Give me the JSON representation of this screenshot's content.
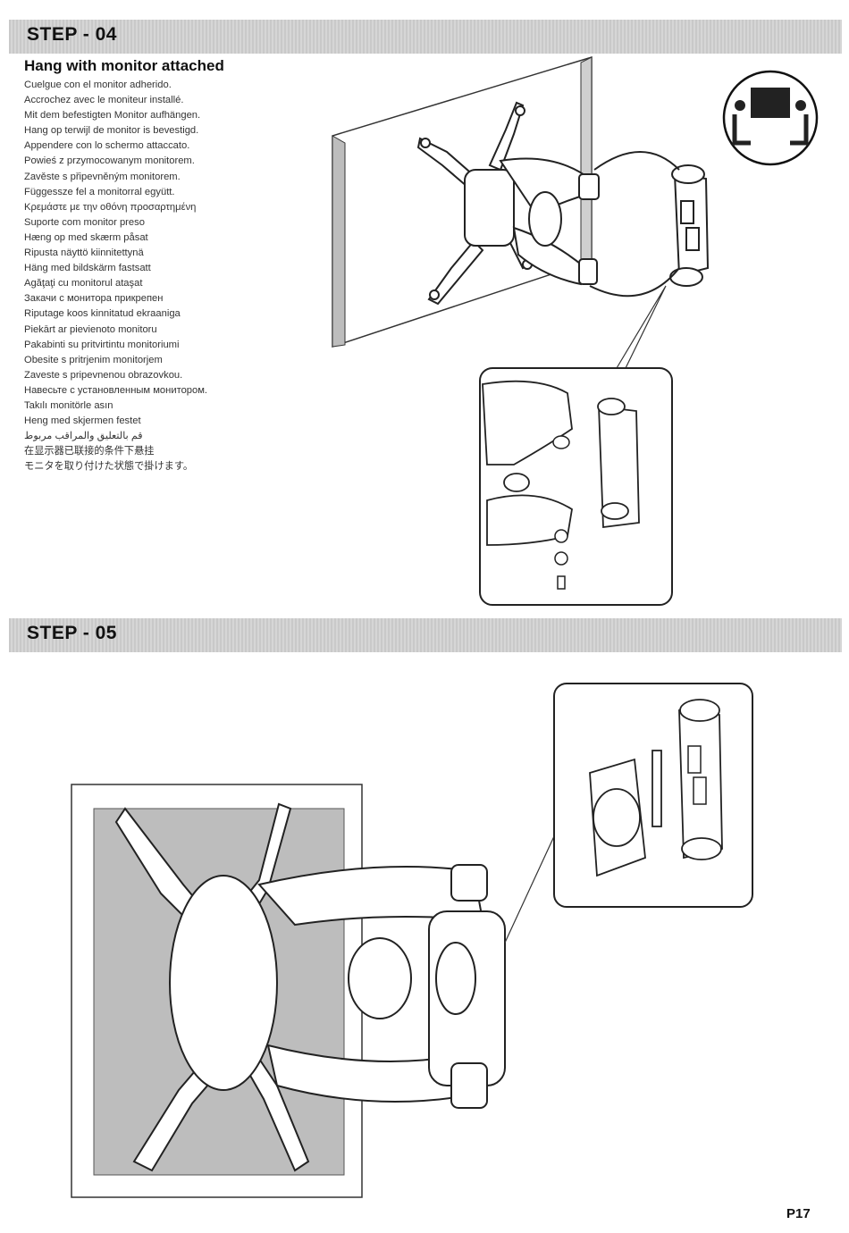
{
  "step4": {
    "label": "STEP - 04",
    "title": "Hang with monitor attached",
    "translations": [
      "Cuelgue con el monitor adherido.",
      "Accrochez avec le moniteur installé.",
      "Mit dem befestigten Monitor aufhängen.",
      "Hang op terwijl de monitor is bevestigd.",
      "Appendere con lo schermo attaccato.",
      "Powieś z przymocowanym monitorem.",
      "Zavěste s připevněným monitorem.",
      "Függessze fel a monitorral együtt.",
      "Κρεμάστε με την οθόνη προσαρτημένη",
      "Suporte com monitor preso",
      "Hæng op med skærm påsat",
      "Ripusta näyttö kiinnitettynä",
      "Häng med bildskärm fastsatt",
      "Agăţaţi cu monitorul ataşat",
      "Закачи с монитора прикрепен",
      "Riputage koos kinnitatud ekraaniga",
      "Piekārt ar pievienoto monitoru",
      "Pakabinti su pritvirtintu monitoriumi",
      "Obesite s pritrjenim monitorjem",
      "Zaveste s pripevnenou obrazovkou.",
      "Навесьте с установленным монитором.",
      "Takılı monitörle asın",
      "Heng med skjermen festet",
      "قم بالتعليق والمراقب مربوط",
      "在显示器已联接的条件下悬挂",
      "モニタを取り付けた状態で掛けます。"
    ]
  },
  "step5": {
    "label": "STEP - 05"
  },
  "footer": {
    "page_number": "P17"
  },
  "colors": {
    "step_bar": "#cfcfcf",
    "wall_shade": "#bdbdbd",
    "line": "#333333"
  }
}
